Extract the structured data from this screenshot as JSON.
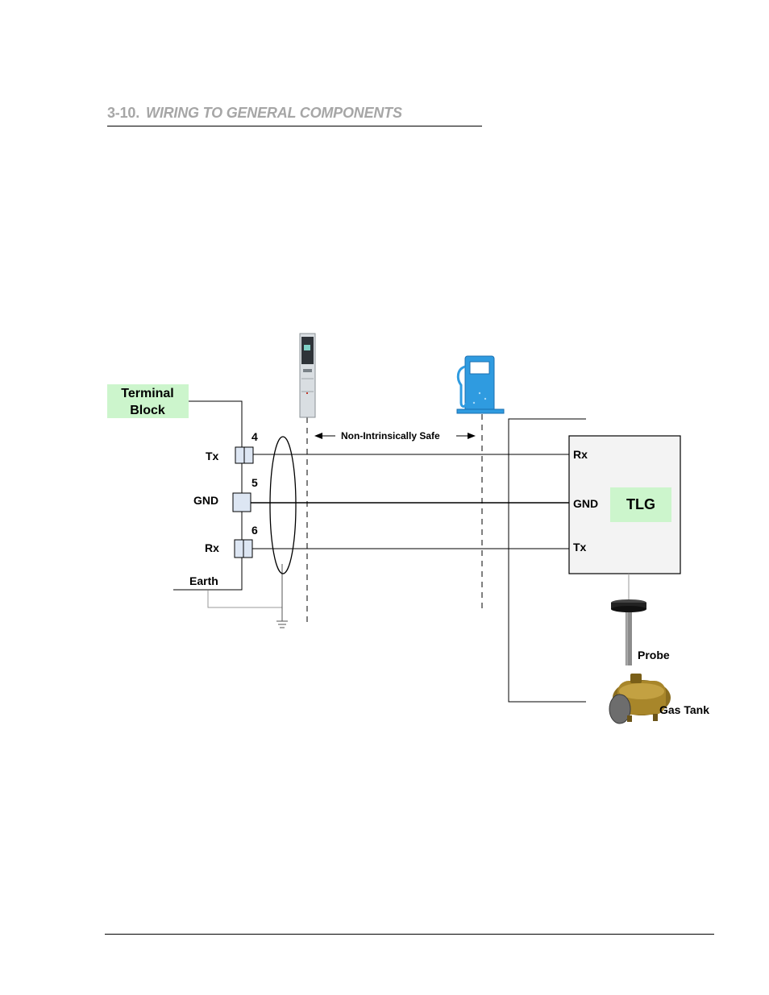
{
  "header": {
    "section_number": "3-10.",
    "section_title": "WIRING TO GENERAL COMPONENTS"
  },
  "diagram": {
    "terminal_block": {
      "line1": "Terminal",
      "line2": "Block"
    },
    "terminals": [
      {
        "number": "4",
        "signal": "Tx"
      },
      {
        "number": "5",
        "signal": "GND"
      },
      {
        "number": "6",
        "signal": "Rx"
      }
    ],
    "earth_label": "Earth",
    "zone_label": "Non-Intrinsically Safe",
    "tlg": {
      "label": "TLG",
      "ports": [
        "Rx",
        "GND",
        "Tx"
      ]
    },
    "probe_label": "Probe",
    "tank_label": "Gas Tank",
    "colors": {
      "label_box_fill": "#ccf5cc",
      "tlg_box_fill": "#f3f3f3",
      "pump_blue": "#2f9be0"
    }
  }
}
